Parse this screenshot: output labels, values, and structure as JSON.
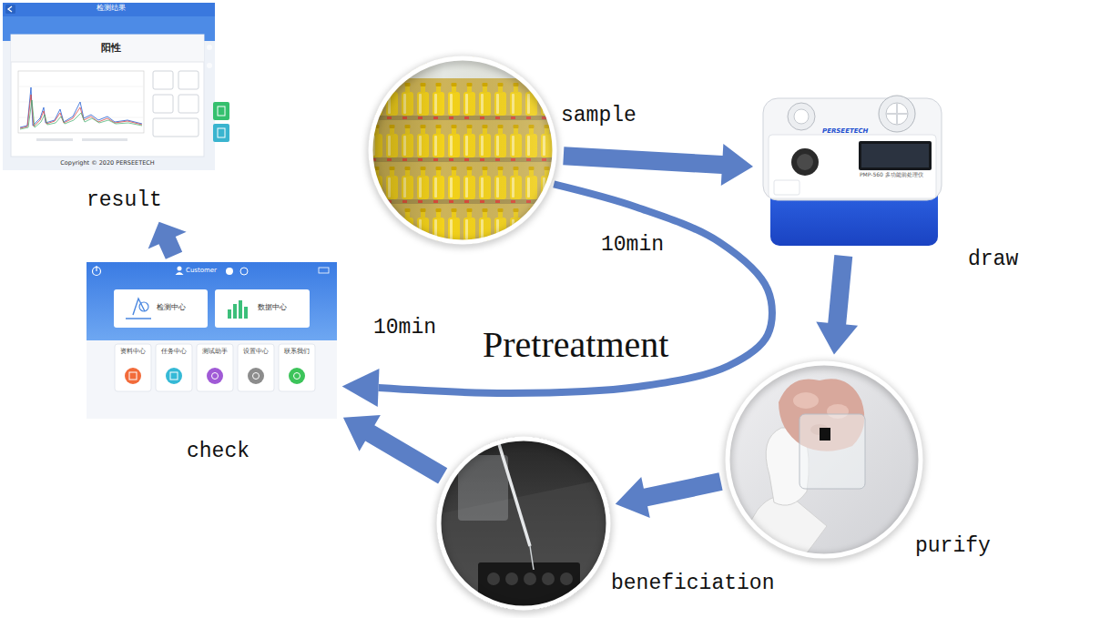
{
  "diagram": {
    "nodes": [
      {
        "text": [
          "sample"
        ]
      },
      {
        "text": [
          "draw"
        ]
      },
      {
        "text": [
          "purify"
        ]
      },
      {
        "text": [
          "beneficiation"
        ]
      },
      {
        "text": [
          "check"
        ]
      },
      {
        "text": [
          "result"
        ]
      }
    ],
    "edges": [
      {
        "from": 0,
        "to": 1,
        "arrow": "to"
      },
      {
        "from": 1,
        "to": 2,
        "arrow": "to"
      },
      {
        "from": 2,
        "to": 3,
        "arrow": "to"
      },
      {
        "from": 3,
        "to": 4,
        "arrow": "to"
      },
      {
        "from": 4,
        "to": 5,
        "arrow": "to"
      },
      {
        "from": 0,
        "to": 4,
        "label": "Pretreatment",
        "arrow": "to"
      }
    ],
    "labels": [
      "10min",
      "10min",
      "检测结果",
      "阳性",
      "Copyright © 2020 PERSEETECH",
      "PERSEETECH",
      "PMP-560 多功能前处理仪",
      "Customer",
      "检测中心",
      "数据中心",
      "资料中心",
      "任务中心",
      "测试助手",
      "设置中心",
      "联系我们"
    ]
  }
}
